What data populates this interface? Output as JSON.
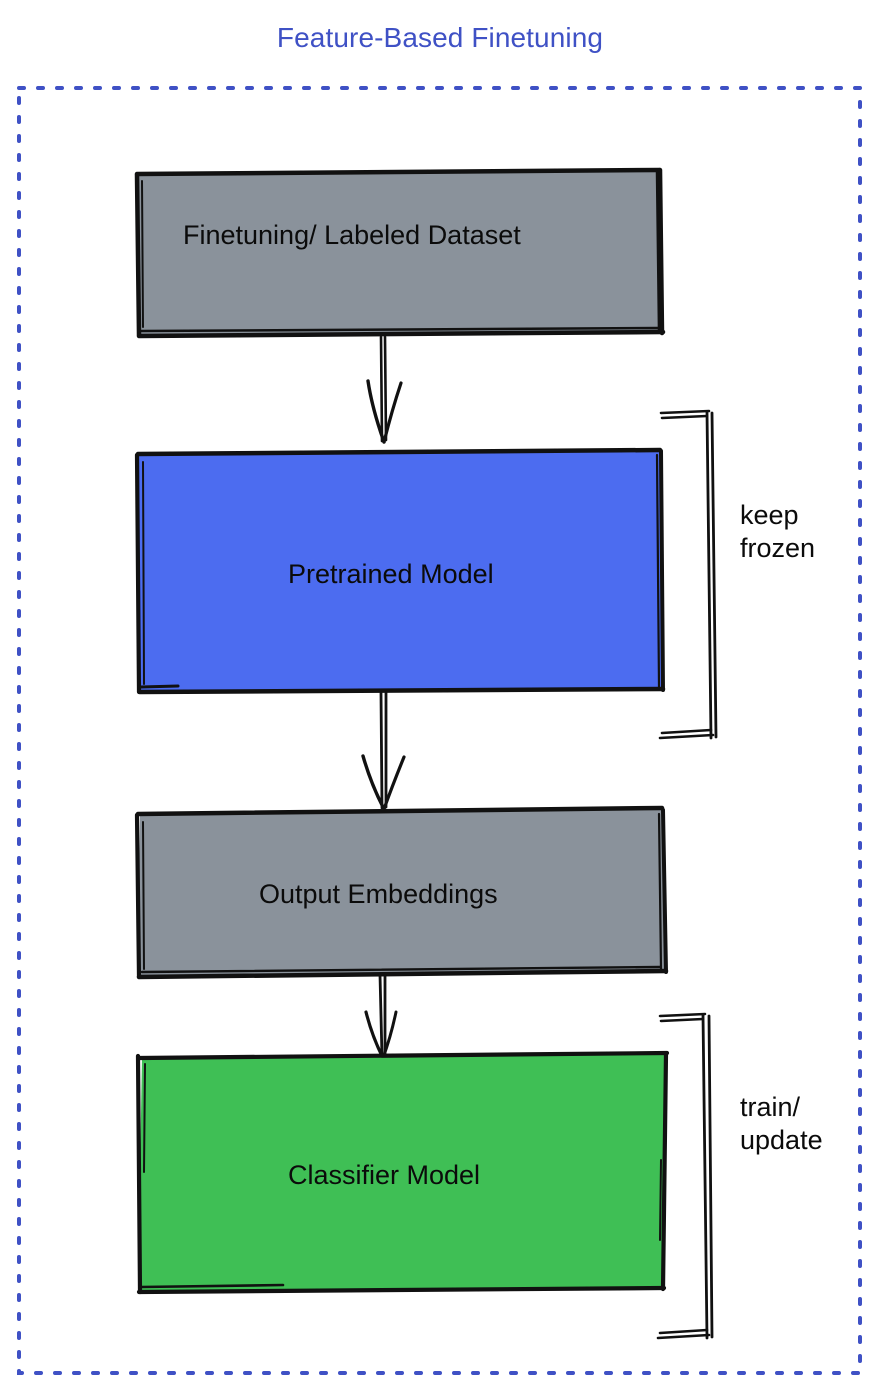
{
  "diagram": {
    "title": "Feature-Based Finetuning",
    "title_color": "#3f51c5",
    "background": "#ffffff",
    "outer_border": {
      "style": "dotted",
      "color": "#3f51c5",
      "name": "dotted-container-border"
    },
    "nodes": [
      {
        "id": "finetuning-dataset",
        "label": "Finetuning/ Labeled Dataset",
        "fill": "#8a929b",
        "stroke": "#111111",
        "shape": "rectangle",
        "label_align": "left-of-center"
      },
      {
        "id": "pretrained-model",
        "label": "Pretrained Model",
        "fill": "#4c6cf0",
        "stroke": "#111111",
        "shape": "rectangle",
        "label_align": "center"
      },
      {
        "id": "output-embeddings",
        "label": "Output Embeddings",
        "fill": "#8a929b",
        "stroke": "#111111",
        "shape": "rectangle",
        "label_align": "center"
      },
      {
        "id": "classifier-model",
        "label": "Classifier Model",
        "fill": "#3fbf55",
        "stroke": "#111111",
        "shape": "rectangle",
        "label_align": "center"
      }
    ],
    "edges": [
      {
        "id": "edge-dataset-to-pretrained",
        "from": "finetuning-dataset",
        "to": "pretrained-model",
        "style": "arrow-down"
      },
      {
        "id": "edge-pretrained-to-embeddings",
        "from": "pretrained-model",
        "to": "output-embeddings",
        "style": "arrow-down"
      },
      {
        "id": "edge-embeddings-to-classifier",
        "from": "output-embeddings",
        "to": "classifier-model",
        "style": "arrow-down"
      }
    ],
    "annotations": [
      {
        "id": "keep-frozen",
        "lines": [
          "keep",
          "frozen"
        ],
        "text": "keep frozen",
        "targets": [
          "pretrained-model"
        ],
        "bracket": "right-curly-hand-drawn"
      },
      {
        "id": "train-update",
        "lines": [
          "train/",
          "update"
        ],
        "text": "train/ update",
        "targets": [
          "classifier-model"
        ],
        "bracket": "right-curly-hand-drawn"
      }
    ]
  }
}
